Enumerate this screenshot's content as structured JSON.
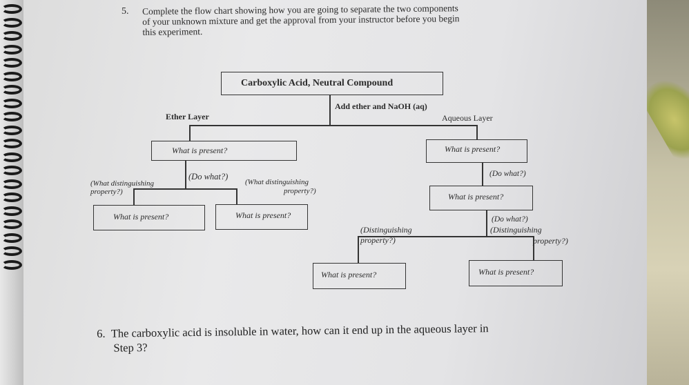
{
  "question5": {
    "number": "5.",
    "lines": [
      "Complete the flow chart showing how you are going to separate the two components",
      "of your unknown mixture and get the approval from your instructor before you begin",
      "this experiment."
    ]
  },
  "flowchart": {
    "top_box": "Carboxylic Acid, Neutral Compound",
    "step_label": "Add ether and NaOH (aq)",
    "ether_layer": "Ether Layer",
    "aqueous_layer": "Aqueous Layer",
    "left_present": "What is present?",
    "right_present": "What is present?",
    "left_do_what": "(Do what?)",
    "left_prop_1_line1": "(What distinguishing",
    "left_prop_1_line2": "property?)",
    "left_prop_2_line1": "(What distinguishing",
    "left_prop_2_line2": "property?)",
    "left_bottom_1": "What is present?",
    "left_bottom_2": "What is present?",
    "right_do_what": "(Do what?)",
    "right_present_2": "What is present?",
    "right_do_what_2": "(Do what?)",
    "right_dist_1_line1": "(Distinguishing",
    "right_dist_1_line2": "property?)",
    "right_dist_2_line1": "(Distinguishing",
    "right_dist_2_line2": "property?)",
    "right_bottom_1": "What is present?",
    "right_bottom_2": "What is present?"
  },
  "question6": {
    "number": "6.",
    "line1": "The carboxylic acid is insoluble in water, how can it end up in the aqueous layer in",
    "line2": "Step 3?"
  }
}
